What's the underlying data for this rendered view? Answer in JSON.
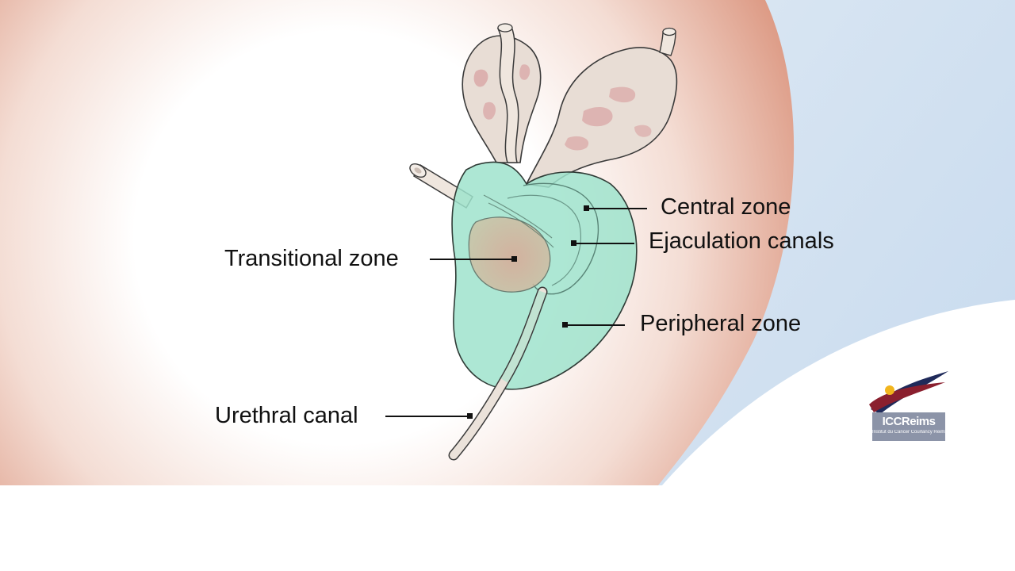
{
  "diagram": {
    "labels": {
      "central_zone": "Central zone",
      "ejaculation_canals": "Ejaculation canals",
      "transitional_zone": "Transitional zone",
      "peripheral_zone": "Peripheral zone",
      "urethral_canal": "Urethral canal"
    }
  },
  "logo": {
    "name": "ICCReims",
    "subtitle": "Institut du Cancer Courlancy Reims"
  },
  "colors": {
    "background_left": "#e2a08a",
    "background_right": "#cfdff0",
    "prostate_fill": "#9fe3cc",
    "prostate_outline": "#2f3b36",
    "seminal_vesicle": "#e7dcd4",
    "seminal_vesicle_spots": "#d79b9b",
    "transitional_zone": "#d7b8a1",
    "logo_box": "#8c94a8",
    "logo_red": "#8a1f2e",
    "logo_navy": "#1f2a5a",
    "logo_gold": "#f2b51d"
  }
}
